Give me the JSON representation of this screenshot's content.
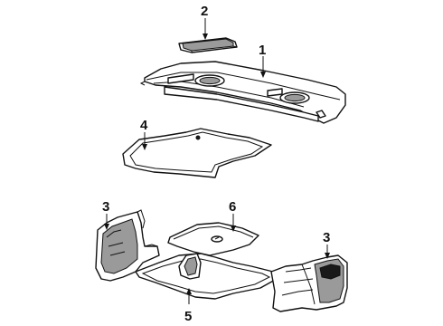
{
  "callouts": {
    "c1": "1",
    "c2": "2",
    "c3a": "3",
    "c3b": "3",
    "c4": "4",
    "c5": "5",
    "c6": "6"
  }
}
